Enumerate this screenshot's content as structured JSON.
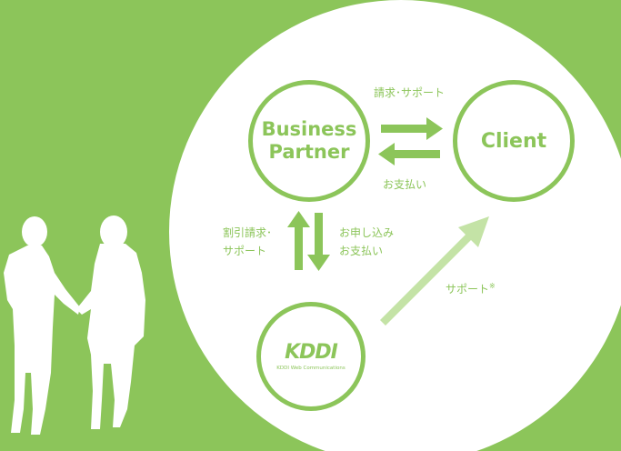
{
  "colors": {
    "background": "#8cc55a",
    "circle": "#ffffff",
    "accent": "#8cc55a",
    "support_arrow": "#c4e3a6"
  },
  "nodes": {
    "business_partner": [
      "Business",
      "Partner"
    ],
    "client": "Client",
    "kddi_logo": "KDDI",
    "kddi_subtitle": "KDDI Web Communications"
  },
  "labels": {
    "billing_support": "請求･サポート",
    "payment": "お支払い",
    "discount_billing": [
      "割引請求･",
      "サポート"
    ],
    "apply_pay": [
      "お申し込み",
      "お支払い"
    ],
    "support": "サポート",
    "support_note": "※"
  },
  "icons": {
    "silhouette": "two-people-handshake-silhouette-icon"
  }
}
